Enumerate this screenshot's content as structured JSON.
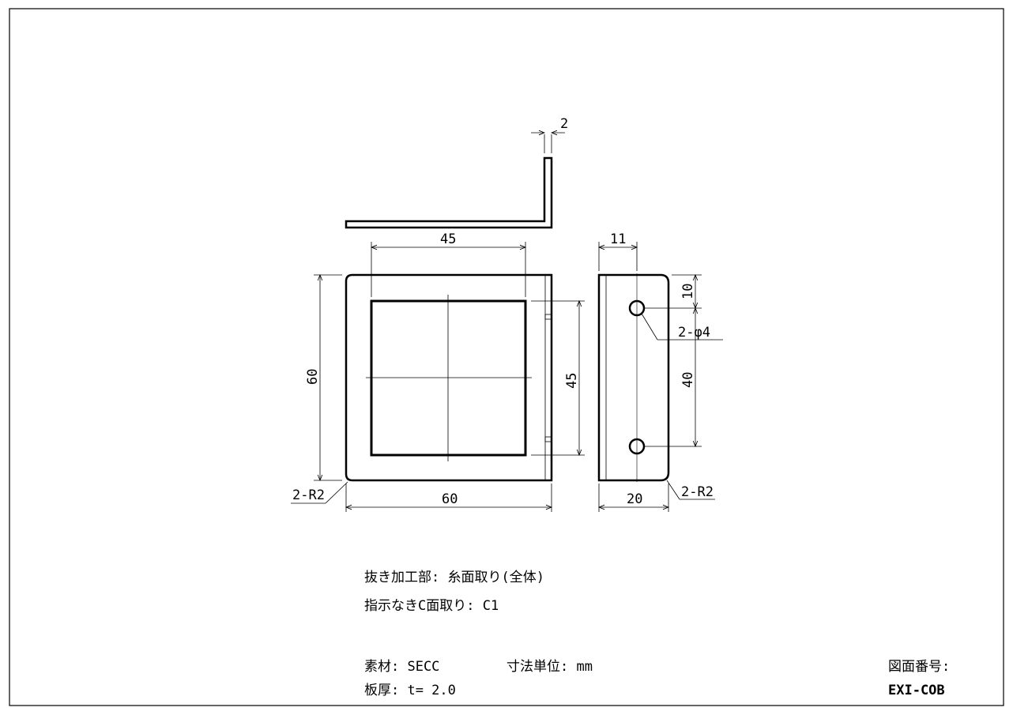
{
  "drawing": {
    "dimensions": {
      "thickness": "2",
      "inner_width": "45",
      "outer_height": "60",
      "inner_height": "45",
      "outer_width": "60",
      "corner_radius_left": "2-R2",
      "corner_radius_right": "2-R2",
      "hole_offset": "11",
      "hole_top_offset": "10",
      "hole_pitch": "40",
      "hole_spec": "2-φ4",
      "side_width": "20"
    },
    "notes": {
      "cut_process": "抜き加工部: 糸面取り(全体)",
      "chamfer": "指示なきC面取り: C1"
    }
  },
  "title_block": {
    "material": "素材: SECC",
    "thickness": "板厚: t= 2.0",
    "unit": "寸法単位: mm",
    "drawing_number_label": "図面番号:",
    "drawing_number": "EXI-COB"
  }
}
